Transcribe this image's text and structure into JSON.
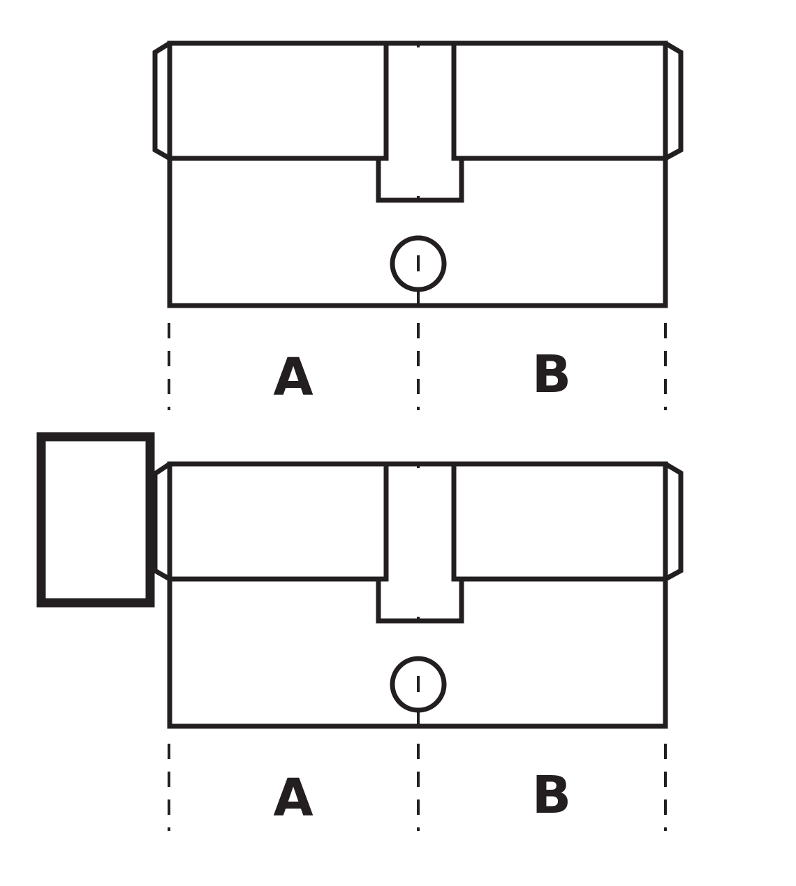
{
  "colors": {
    "ink": "#231f20",
    "background": "#ffffff"
  },
  "cylinders": [
    {
      "variant": "double-cylinder",
      "has_thumb_turn": false,
      "labels": {
        "left": "A",
        "right": "B"
      }
    },
    {
      "variant": "thumb-turn-cylinder",
      "has_thumb_turn": true,
      "labels": {
        "left": "A",
        "right": "B"
      }
    }
  ]
}
